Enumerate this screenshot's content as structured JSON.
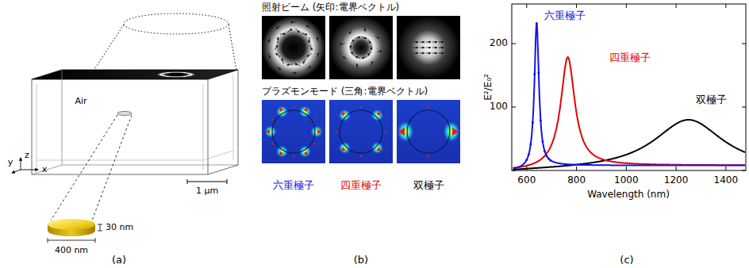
{
  "diagram": {
    "labels": [
      "Air",
      "1 μm",
      "y",
      "z",
      "x",
      "30 nm",
      "400 nm",
      "(a)",
      "照射ビーム (矢印:電界ベクトル)",
      "プラズモンモード (三角:電界ベクトル)",
      "六重極子",
      "四重極子",
      "双極子",
      "(b)",
      "200",
      "100",
      "600",
      "800",
      "1000",
      "1200",
      "1400",
      "E²/E₀²",
      "Wavelength (nm)",
      "六重極子",
      "四重極子",
      "双極子",
      "(c)"
    ]
  }
}
